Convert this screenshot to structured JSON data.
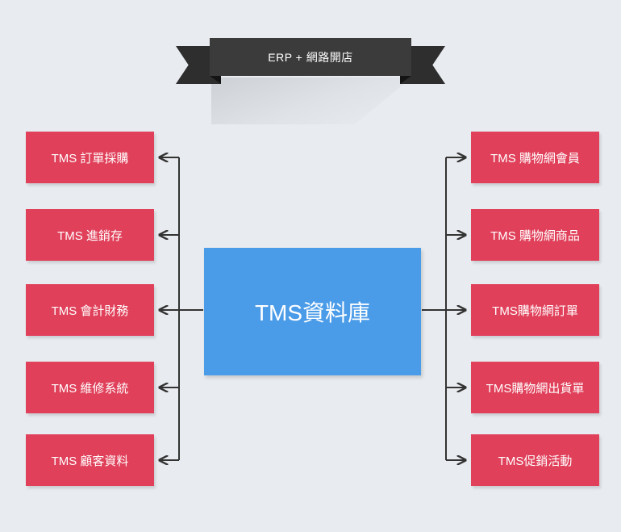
{
  "banner": {
    "label": "ERP + 網路開店"
  },
  "center": {
    "label": "TMS資料庫"
  },
  "left_boxes": [
    {
      "label": "TMS 訂單採購"
    },
    {
      "label": "TMS 進銷存"
    },
    {
      "label": "TMS 會計財務"
    },
    {
      "label": "TMS 維修系統"
    },
    {
      "label": "TMS 顧客資料"
    }
  ],
  "right_boxes": [
    {
      "label": "TMS 購物網會員"
    },
    {
      "label": "TMS 購物網商品"
    },
    {
      "label": "TMS購物網訂單"
    },
    {
      "label": "TMS購物網出貨單"
    },
    {
      "label": "TMS促銷活動"
    }
  ],
  "colors": {
    "background": "#e8ebef",
    "banner": "#3b3b3b",
    "box": "#e0405a",
    "center_box": "#4a9be8",
    "connector": "#333333"
  }
}
